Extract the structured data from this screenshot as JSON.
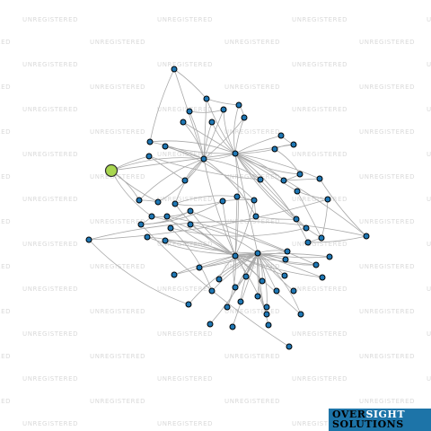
{
  "watermark": {
    "text": "UNREGISTERED"
  },
  "colors": {
    "edge": "#a9a9a9",
    "node": "#1f77b4",
    "focus_node": "#a8d64f",
    "logo_bg": "#1d74a8"
  },
  "logo": {
    "part1": "OVER",
    "part2": "SIGHT",
    "part3": "SOLUTIONS"
  },
  "graph": {
    "nodes": [
      {
        "id": "focus",
        "focus": true
      },
      {
        "id": "n1"
      },
      {
        "id": "n2"
      },
      {
        "id": "n3"
      },
      {
        "id": "n4"
      },
      {
        "id": "n5"
      },
      {
        "id": "n6"
      },
      {
        "id": "n7"
      },
      {
        "id": "n8"
      },
      {
        "id": "hubA"
      },
      {
        "id": "hubB"
      },
      {
        "id": "n11"
      },
      {
        "id": "n12"
      },
      {
        "id": "n13"
      },
      {
        "id": "n14"
      },
      {
        "id": "n15"
      },
      {
        "id": "n16"
      },
      {
        "id": "n17"
      },
      {
        "id": "n18"
      },
      {
        "id": "n19"
      },
      {
        "id": "n20"
      },
      {
        "id": "n21"
      },
      {
        "id": "n22"
      },
      {
        "id": "n23"
      },
      {
        "id": "n24"
      },
      {
        "id": "n25"
      },
      {
        "id": "n26"
      },
      {
        "id": "n27"
      },
      {
        "id": "n28"
      },
      {
        "id": "n29"
      },
      {
        "id": "n30"
      },
      {
        "id": "n31"
      },
      {
        "id": "n32"
      },
      {
        "id": "n33"
      },
      {
        "id": "n34"
      },
      {
        "id": "n35"
      },
      {
        "id": "n36"
      },
      {
        "id": "n37"
      },
      {
        "id": "n38"
      },
      {
        "id": "n39"
      },
      {
        "id": "n40"
      },
      {
        "id": "n41"
      },
      {
        "id": "n42"
      },
      {
        "id": "n43"
      },
      {
        "id": "n44"
      },
      {
        "id": "n45"
      },
      {
        "id": "n46"
      },
      {
        "id": "n47"
      },
      {
        "id": "n48"
      },
      {
        "id": "hubC"
      },
      {
        "id": "hubD"
      },
      {
        "id": "n51"
      },
      {
        "id": "n52"
      },
      {
        "id": "n53"
      },
      {
        "id": "n54"
      },
      {
        "id": "n55"
      },
      {
        "id": "n56"
      },
      {
        "id": "n57"
      },
      {
        "id": "n58"
      },
      {
        "id": "n59"
      },
      {
        "id": "n60"
      },
      {
        "id": "n61"
      },
      {
        "id": "n62"
      },
      {
        "id": "n63"
      },
      {
        "id": "n64"
      },
      {
        "id": "n65"
      },
      {
        "id": "n66"
      },
      {
        "id": "n67"
      },
      {
        "id": "n68"
      },
      {
        "id": "n69"
      },
      {
        "id": "n70"
      },
      {
        "id": "n71"
      }
    ],
    "edges": [
      [
        "focus",
        "hubA"
      ],
      [
        "focus",
        "n14"
      ],
      [
        "focus",
        "hubB"
      ],
      [
        "focus",
        "n23"
      ],
      [
        "focus",
        "n30"
      ],
      [
        "focus",
        "n21"
      ],
      [
        "n1",
        "n3"
      ],
      [
        "n1",
        "hubA"
      ],
      [
        "n1",
        "n11"
      ],
      [
        "n2",
        "hubB"
      ],
      [
        "n2",
        "n4"
      ],
      [
        "n2",
        "n3"
      ],
      [
        "n3",
        "hubA"
      ],
      [
        "n4",
        "hubB"
      ],
      [
        "n5",
        "hubB"
      ],
      [
        "n5",
        "n6"
      ],
      [
        "n6",
        "hubA"
      ],
      [
        "n7",
        "hubB"
      ],
      [
        "n8",
        "hubA"
      ],
      [
        "n8",
        "hubB"
      ],
      [
        "n7",
        "hubA"
      ],
      [
        "n4",
        "hubA"
      ],
      [
        "n5",
        "hubA"
      ],
      [
        "n3",
        "hubB"
      ],
      [
        "hubA",
        "hubB"
      ],
      [
        "n11",
        "hubB"
      ],
      [
        "n11",
        "hubA"
      ],
      [
        "n12",
        "hubA"
      ],
      [
        "n12",
        "hubB"
      ],
      [
        "hubA",
        "n17"
      ],
      [
        "hubA",
        "n18"
      ],
      [
        "hubB",
        "n13"
      ],
      [
        "hubB",
        "n15"
      ],
      [
        "hubB",
        "n16"
      ],
      [
        "hubB",
        "n19"
      ],
      [
        "hubB",
        "n20"
      ],
      [
        "hubB",
        "n22"
      ],
      [
        "hubB",
        "n24"
      ],
      [
        "n13",
        "n15"
      ],
      [
        "n15",
        "n16"
      ],
      [
        "n16",
        "n19"
      ],
      [
        "n19",
        "n20"
      ],
      [
        "n20",
        "n22"
      ],
      [
        "n24",
        "n26"
      ],
      [
        "hubA",
        "n21"
      ],
      [
        "hubA",
        "n23"
      ],
      [
        "n21",
        "n23"
      ],
      [
        "n14",
        "n17"
      ],
      [
        "n14",
        "n18"
      ],
      [
        "n25",
        "n27"
      ],
      [
        "n25",
        "n28"
      ],
      [
        "n27",
        "n29"
      ],
      [
        "n28",
        "n29"
      ],
      [
        "n30",
        "n31"
      ],
      [
        "n31",
        "n32"
      ],
      [
        "n32",
        "n33"
      ],
      [
        "n30",
        "n33"
      ],
      [
        "n29",
        "n34"
      ],
      [
        "n34",
        "n35"
      ],
      [
        "n35",
        "n36"
      ],
      [
        "n36",
        "n37"
      ],
      [
        "n26",
        "n38"
      ],
      [
        "n38",
        "n39"
      ],
      [
        "n39",
        "n40"
      ],
      [
        "n40",
        "n41"
      ],
      [
        "hubC",
        "n25"
      ],
      [
        "hubC",
        "n27"
      ],
      [
        "hubC",
        "n28"
      ],
      [
        "hubC",
        "n29"
      ],
      [
        "hubC",
        "n30"
      ],
      [
        "hubC",
        "n31"
      ],
      [
        "hubC",
        "n32"
      ],
      [
        "hubC",
        "n42"
      ],
      [
        "hubC",
        "n43"
      ],
      [
        "hubC",
        "n44"
      ],
      [
        "hubC",
        "n45"
      ],
      [
        "hubC",
        "n46"
      ],
      [
        "hubC",
        "n47"
      ],
      [
        "hubC",
        "n48"
      ],
      [
        "hubD",
        "n42"
      ],
      [
        "hubD",
        "n43"
      ],
      [
        "hubD",
        "n44"
      ],
      [
        "hubD",
        "n45"
      ],
      [
        "hubD",
        "n46"
      ],
      [
        "hubD",
        "n47"
      ],
      [
        "hubD",
        "n48"
      ],
      [
        "hubD",
        "n51"
      ],
      [
        "hubD",
        "n52"
      ],
      [
        "hubD",
        "n53"
      ],
      [
        "hubD",
        "n54"
      ],
      [
        "hubD",
        "n55"
      ],
      [
        "hubD",
        "n56"
      ],
      [
        "hubD",
        "n57"
      ],
      [
        "hubD",
        "n58"
      ],
      [
        "hubD",
        "n59"
      ],
      [
        "hubD",
        "n60"
      ],
      [
        "hubD",
        "n61"
      ],
      [
        "hubD",
        "n62"
      ],
      [
        "hubD",
        "n63"
      ],
      [
        "hubD",
        "n64"
      ],
      [
        "hubD",
        "n65"
      ],
      [
        "hubC",
        "hubD"
      ],
      [
        "hubC",
        "n51"
      ],
      [
        "hubC",
        "n52"
      ],
      [
        "hubC",
        "n53"
      ],
      [
        "hubC",
        "n54"
      ],
      [
        "hubC",
        "n55"
      ],
      [
        "hubC",
        "n56"
      ],
      [
        "hubC",
        "n57"
      ],
      [
        "hubC",
        "n60"
      ],
      [
        "hubC",
        "n66"
      ],
      [
        "hubC",
        "n67"
      ],
      [
        "hubC",
        "n68"
      ],
      [
        "hubD",
        "n66"
      ],
      [
        "hubD",
        "n67"
      ],
      [
        "hubD",
        "n68"
      ],
      [
        "hubD",
        "n69"
      ],
      [
        "hubD",
        "n70"
      ],
      [
        "hubD",
        "n71"
      ],
      [
        "hubB",
        "n38"
      ],
      [
        "hubB",
        "n39"
      ],
      [
        "hubB",
        "n40"
      ],
      [
        "hubB",
        "n36"
      ],
      [
        "hubB",
        "n35"
      ],
      [
        "hubA",
        "n25"
      ],
      [
        "hubA",
        "n34"
      ],
      [
        "hubB",
        "hubC"
      ],
      [
        "hubB",
        "hubD"
      ],
      [
        "hubA",
        "hubC"
      ],
      [
        "n41",
        "n59"
      ],
      [
        "n37",
        "n58"
      ],
      [
        "n26",
        "n41"
      ],
      [
        "n24",
        "n38"
      ],
      [
        "n22",
        "n40"
      ],
      [
        "n29",
        "n12"
      ],
      [
        "n27",
        "n33"
      ],
      [
        "n31",
        "n47"
      ],
      [
        "n32",
        "n48"
      ],
      [
        "n33",
        "n49x"
      ]
    ]
  }
}
